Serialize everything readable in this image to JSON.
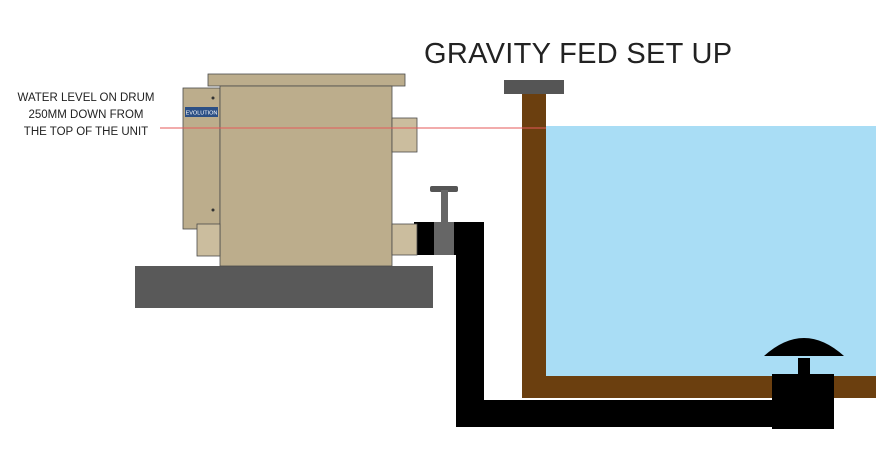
{
  "diagram": {
    "title": "GRAVITY FED SET UP",
    "annotation_lines": [
      "WATER LEVEL ON DRUM",
      "250MM DOWN FROM",
      "THE TOP OF THE UNIT"
    ],
    "unit_badge_text": "EVOLUTION"
  },
  "colors": {
    "water": "#a9ddf5",
    "pond_liner": "#6b3f0f",
    "drum_body": "#bcad8c",
    "pipe": "#000000",
    "platform": "#595959",
    "water_level_line": "#e55a5a"
  }
}
